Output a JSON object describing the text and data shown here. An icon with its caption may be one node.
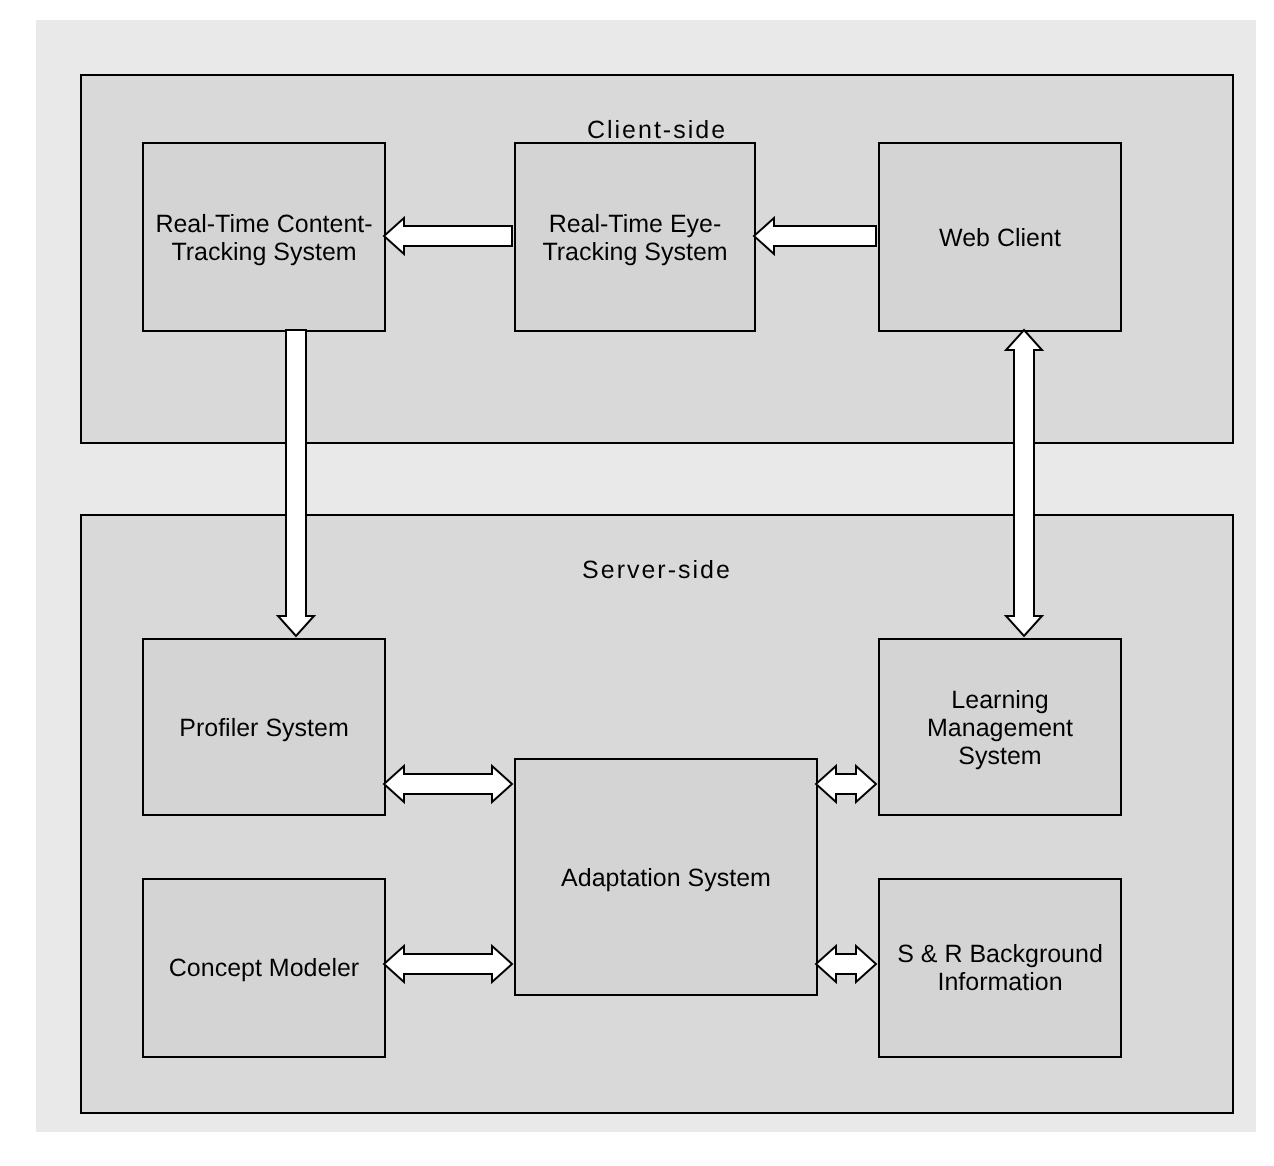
{
  "diagram": {
    "nodes": [
      {
        "text": [
          "Client-side"
        ]
      },
      {
        "text": [
          "Real-Time Content-Tracking System"
        ],
        "in": 0
      },
      {
        "text": [
          "Real-Time Eye-Tracking System"
        ],
        "in": 0
      },
      {
        "text": [
          "Web Client"
        ],
        "in": 0
      },
      {
        "text": [
          "Server-side"
        ]
      },
      {
        "text": [
          "Profiler System"
        ],
        "in": 4
      },
      {
        "text": [
          "Learning Management System"
        ],
        "in": 4
      },
      {
        "text": [
          "Adaptation System"
        ],
        "in": 4
      },
      {
        "text": [
          "Concept Modeler"
        ],
        "in": 4
      },
      {
        "text": [
          "S & R Background Information"
        ],
        "in": 4
      }
    ],
    "edges": [
      {
        "from": 2,
        "to": 1,
        "arrow": "to"
      },
      {
        "from": 3,
        "to": 2,
        "arrow": "to"
      },
      {
        "from": 1,
        "to": 5,
        "arrow": "to"
      },
      {
        "from": 3,
        "to": 6,
        "arrow": "both"
      },
      {
        "from": 5,
        "to": 7,
        "arrow": "both"
      },
      {
        "from": 7,
        "to": 6,
        "arrow": "both"
      },
      {
        "from": 8,
        "to": 7,
        "arrow": "both"
      },
      {
        "from": 7,
        "to": 9,
        "arrow": "both"
      }
    ]
  }
}
